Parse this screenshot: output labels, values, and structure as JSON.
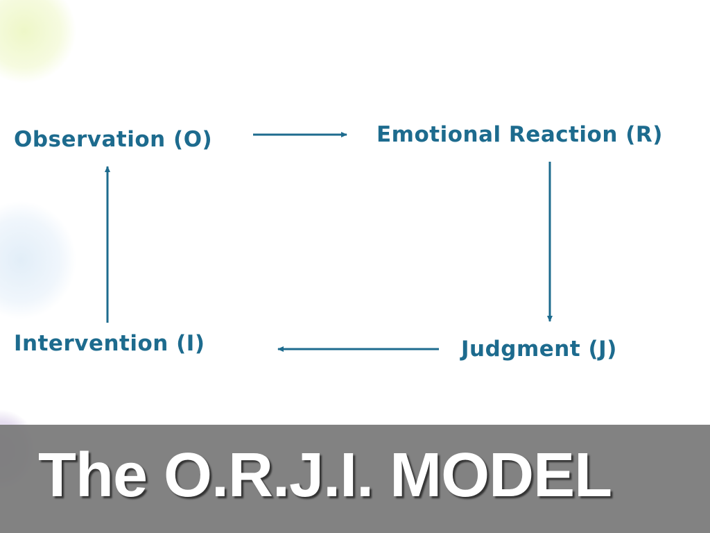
{
  "diagram": {
    "nodes": {
      "observation": "Observation (O)",
      "reaction": "Emotional Reaction (R)",
      "judgment": "Judgment (J)",
      "intervention": "Intervention (I)"
    },
    "text_color": "#1d6b8e"
  },
  "banner": {
    "title": "The O.R.J.I. MODEL",
    "background": "#7a7a7a"
  }
}
